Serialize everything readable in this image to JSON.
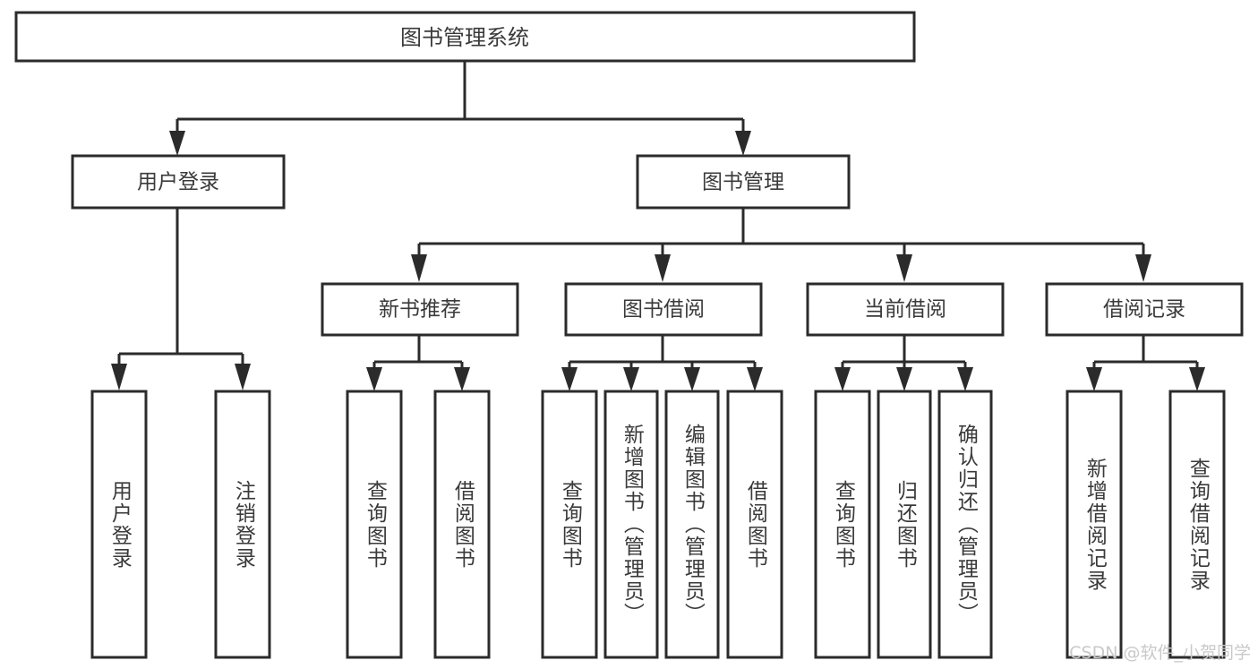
{
  "diagram": {
    "title": "图书管理系统",
    "type": "hierarchy-tree",
    "watermark": "CSDN @软件_小贺同学",
    "colors": {
      "background": "#ffffff",
      "stroke": "#2b2b2b",
      "text": "#3a3a3a",
      "watermark": "#c9c9c9"
    },
    "root": {
      "label": "图书管理系统"
    },
    "level2": [
      {
        "label": "用户登录"
      },
      {
        "label": "图书管理"
      }
    ],
    "level3": [
      {
        "label": "新书推荐"
      },
      {
        "label": "图书借阅"
      },
      {
        "label": "当前借阅"
      },
      {
        "label": "借阅记录"
      }
    ],
    "leaves": {
      "user_login": [
        {
          "label": "用户登录"
        },
        {
          "label": "注销登录"
        }
      ],
      "new_book_recommend": [
        {
          "label": "查询图书"
        },
        {
          "label": "借阅图书"
        }
      ],
      "book_borrow": [
        {
          "label": "查询图书"
        },
        {
          "label": "新增图书（管理员）"
        },
        {
          "label": "编辑图书（管理员）"
        },
        {
          "label": "借阅图书"
        }
      ],
      "current_borrow": [
        {
          "label": "查询图书"
        },
        {
          "label": "归还图书"
        },
        {
          "label": "确认归还（管理员）"
        }
      ],
      "borrow_records": [
        {
          "label": "新增借阅记录"
        },
        {
          "label": "查询借阅记录"
        }
      ]
    }
  }
}
